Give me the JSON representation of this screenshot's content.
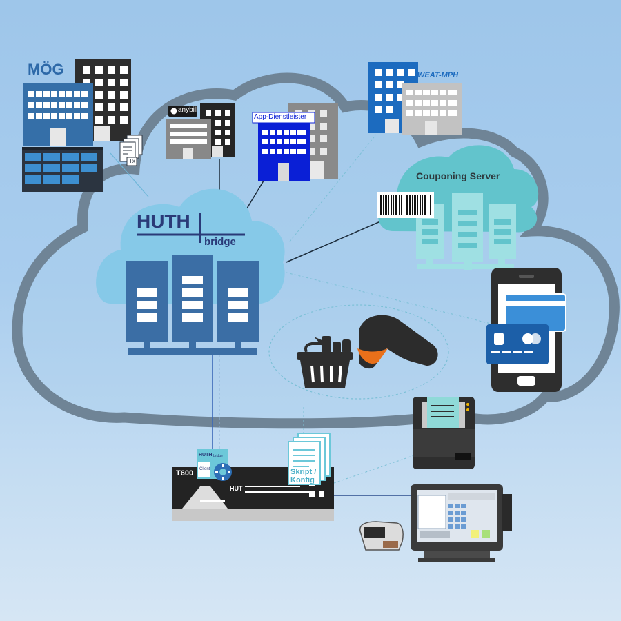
{
  "labels": {
    "moeg": "MÖG",
    "weat": "WEAT-MPH",
    "anybill": "anybill",
    "app_dienstleister": "App-Dienstleister",
    "couponing": "Couponing Server",
    "huth_big": "HUTH",
    "bridge_big": "bridge",
    "huth_small": "HUTH",
    "bridge_small": "bridge",
    "client": "Client",
    "skript": "Skript /",
    "konfig": "Konfig",
    "t600": "T600",
    "tx": "Tx",
    "device_brand": "HUT"
  },
  "colors": {
    "cloud_outline": "#6f8496",
    "server_blue": "#3b6ea5",
    "couponing_teal": "#5fc4cb",
    "huth_navy": "#2a3a78",
    "app_blue": "#0a1fd6"
  }
}
